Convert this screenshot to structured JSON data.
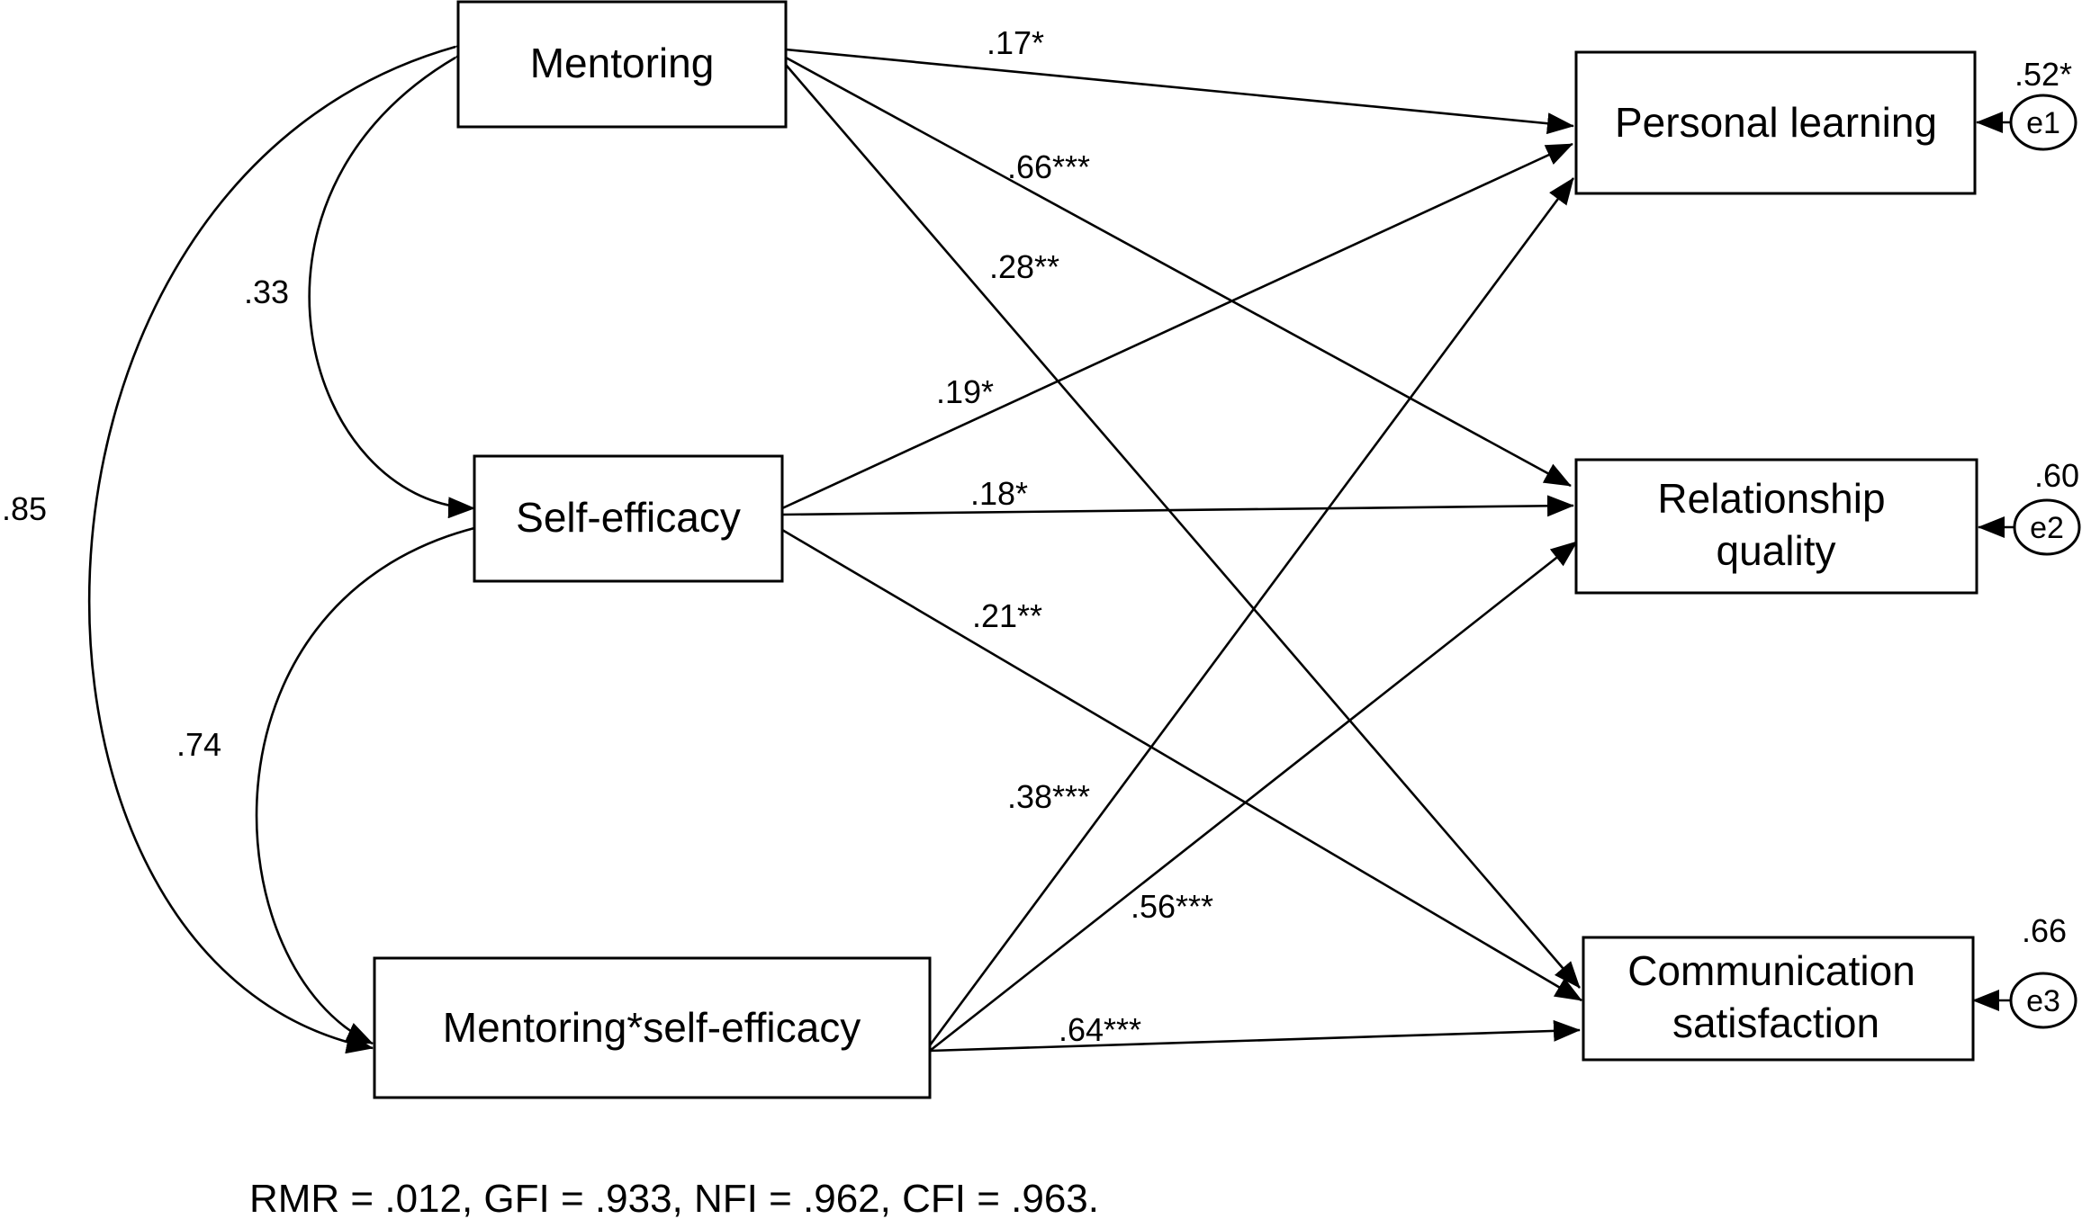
{
  "nodes": {
    "mentoring": "Mentoring",
    "self_efficacy": "Self-efficacy",
    "interaction": "Mentoring*self-efficacy",
    "personal_learning": "Personal learning",
    "relationship_quality_1": "Relationship",
    "relationship_quality_2": "quality",
    "communication_satisfaction_1": "Communication",
    "communication_satisfaction_2": "satisfaction"
  },
  "errors": {
    "e1": {
      "label": "e1",
      "r2": ".52*"
    },
    "e2": {
      "label": "e2",
      "r2": ".60"
    },
    "e3": {
      "label": "e3",
      "r2": ".66"
    }
  },
  "correlations": {
    "mentoring_self_efficacy": ".33",
    "self_efficacy_interaction": ".74",
    "mentoring_interaction": ".85"
  },
  "paths": {
    "mentoring_personal_learning": ".17*",
    "mentoring_relationship_quality": ".66***",
    "mentoring_communication_satisfaction": ".28**",
    "self_efficacy_personal_learning": ".19*",
    "self_efficacy_relationship_quality": ".18*",
    "self_efficacy_communication_satisfaction": ".21**",
    "interaction_personal_learning": ".38***",
    "interaction_relationship_quality": ".56***",
    "interaction_communication_satisfaction": ".64***"
  },
  "fit_indices": "RMR = .012, GFI = .933, NFI = .962, CFI = .963."
}
